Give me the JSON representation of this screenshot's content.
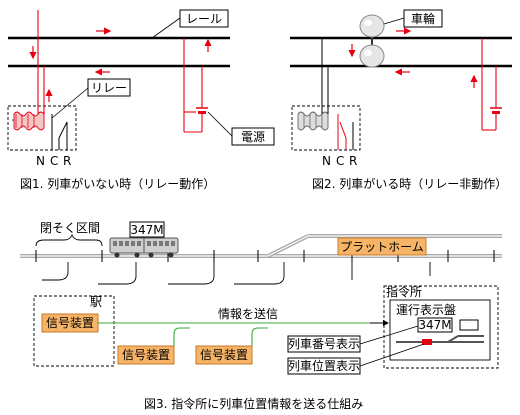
{
  "colors": {
    "rail": "#000000",
    "current": "#e60012",
    "orange": "#f7b467",
    "orange_stroke": "#c57a2a",
    "green": "#3aa935",
    "gray_rail": "#999999"
  },
  "fig1": {
    "rail_label": "レール",
    "relay_label": "リレー",
    "power_label": "電源",
    "contacts": [
      "N",
      "C",
      "R"
    ],
    "caption": "図1. 列車がいない時（リレー動作）"
  },
  "fig2": {
    "wheel_label": "車輪",
    "contacts": [
      "N",
      "C",
      "R"
    ],
    "caption": "図2. 列車がいる時（リレー非動作）"
  },
  "fig3": {
    "block_label": "閉そく区間",
    "train_number": "347M",
    "platform_label": "プラットホーム",
    "station_label": "駅",
    "signal_device_labels": [
      "信号装置",
      "信号装置",
      "信号装置"
    ],
    "send_label": "情報を送信",
    "command_label": "指令所",
    "panel_label": "運行表示盤",
    "panel_train_number": "347M",
    "train_number_display": "列車番号表示",
    "train_position_display": "列車位置表示",
    "caption": "図3. 指令所に列車位置情報を送る仕組み"
  }
}
